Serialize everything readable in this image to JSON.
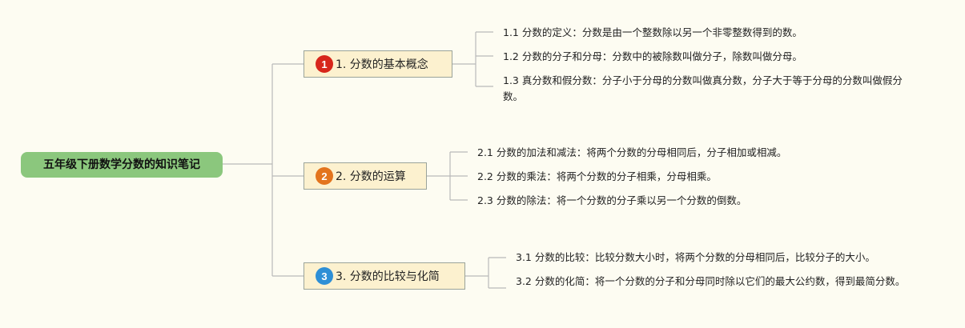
{
  "root": {
    "label": "五年级下册数学分数的知识笔记"
  },
  "colors": {
    "root_bg": "#8bc77d",
    "branch_bg": "#fcf1cf",
    "line": "#b9b9b9"
  },
  "branches": [
    {
      "number": "1",
      "badge_color": "#d7261b",
      "label": "1. 分数的基本概念",
      "leaves": [
        "1.1 分数的定义：分数是由一个整数除以另一个非零整数得到的数。",
        "1.2 分数的分子和分母：分数中的被除数叫做分子，除数叫做分母。",
        "1.3 真分数和假分数：分子小于分母的分数叫做真分数，分子大于等于分母的分数叫做假分数。"
      ]
    },
    {
      "number": "2",
      "badge_color": "#e3741d",
      "label": "2. 分数的运算",
      "leaves": [
        "2.1 分数的加法和减法：将两个分数的分母相同后，分子相加或相减。",
        "2.2 分数的乘法：将两个分数的分子相乘，分母相乘。",
        "2.3 分数的除法：将一个分数的分子乘以另一个分数的倒数。"
      ]
    },
    {
      "number": "3",
      "badge_color": "#2e8fd6",
      "label": "3. 分数的比较与化简",
      "leaves": [
        "3.1 分数的比较：比较分数大小时，将两个分数的分母相同后，比较分子的大小。",
        "3.2 分数的化简：将一个分数的分子和分母同时除以它们的最大公约数，得到最简分数。"
      ]
    }
  ]
}
